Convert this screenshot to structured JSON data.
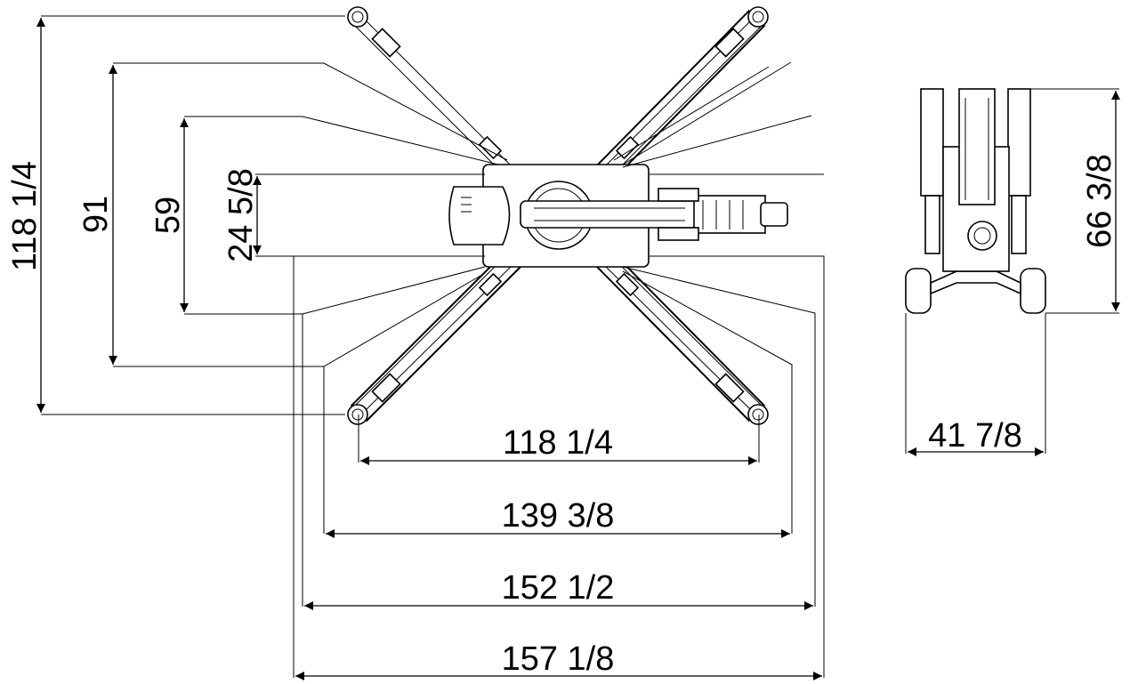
{
  "dimensions": {
    "outrigger_length_vertical": "118 1/4",
    "span_91": "91",
    "span_59": "59",
    "body_width": "24 5/8",
    "rear_height": "66 3/8",
    "track_width": "41 7/8",
    "horizontal_118": "118 1/4",
    "horizontal_139": "139 3/8",
    "horizontal_152": "152 1/2",
    "horizontal_157": "157 1/8"
  }
}
